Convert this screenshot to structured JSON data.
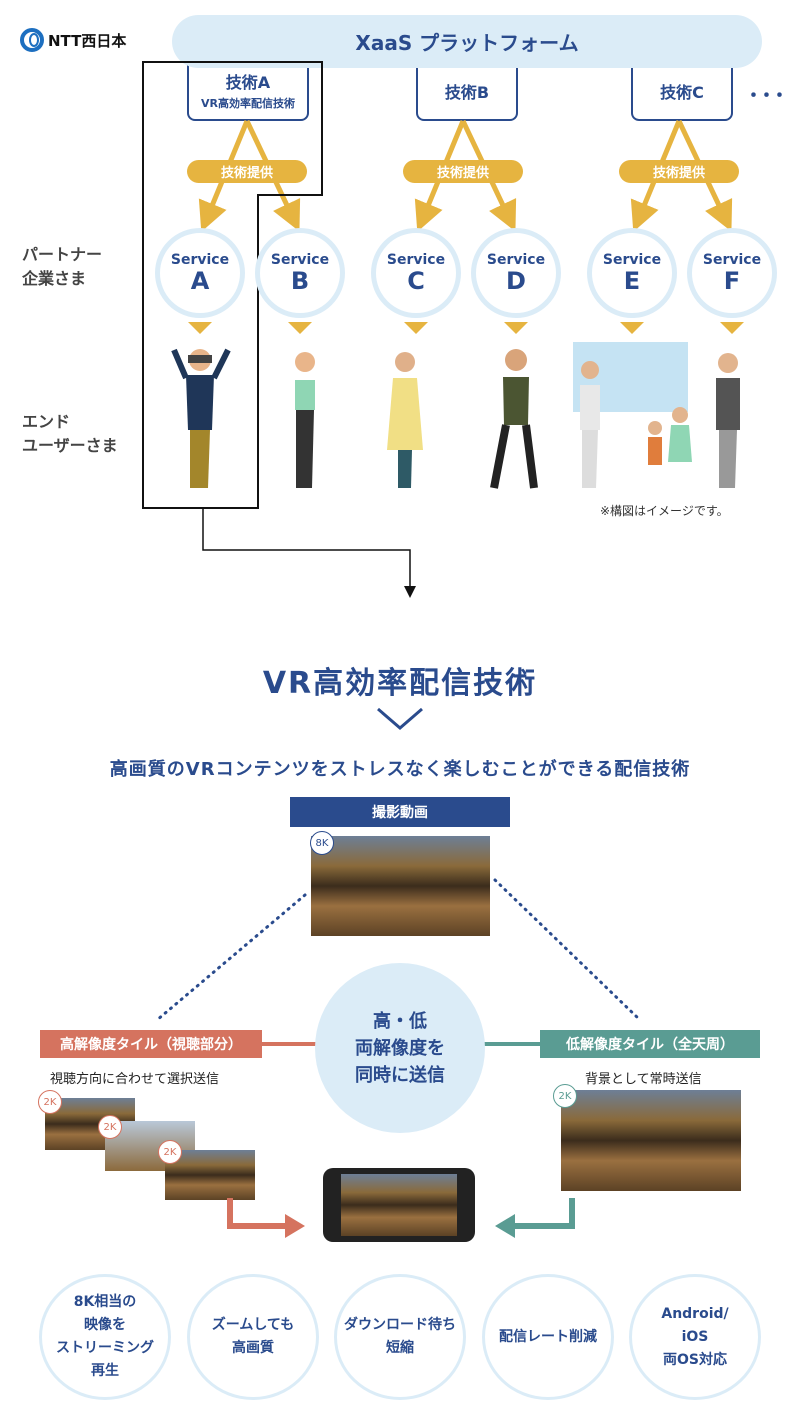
{
  "logo": {
    "text": "NTT西日本"
  },
  "platform": {
    "label": "XaaS プラットフォーム"
  },
  "techs": [
    {
      "label": "技術A",
      "sub": "VR高効率配信技術"
    },
    {
      "label": "技術B"
    },
    {
      "label": "技術C"
    }
  ],
  "more": "･･･",
  "provide_label": "技術提供",
  "services": [
    {
      "word": "Service",
      "letter": "A"
    },
    {
      "word": "Service",
      "letter": "B"
    },
    {
      "word": "Service",
      "letter": "C"
    },
    {
      "word": "Service",
      "letter": "D"
    },
    {
      "word": "Service",
      "letter": "E"
    },
    {
      "word": "Service",
      "letter": "F"
    }
  ],
  "side": {
    "partner": [
      "パートナー",
      "企業さま"
    ],
    "end": [
      "エンド",
      "ユーザーさま"
    ]
  },
  "note": "※構図はイメージです。",
  "detail": {
    "title": "VR高効率配信技術",
    "subtitle": "高画質のVRコンテンツをストレスなく楽しむことができる配信技術",
    "source": "撮影動画",
    "badge_8k": "8K",
    "badge_2k": "2K",
    "center": [
      "高・低",
      "両解像度を",
      "同時に送信"
    ],
    "high": {
      "label": "高解像度タイル（視聴部分）",
      "caption": "視聴方向に合わせて選択送信",
      "color": "#d5735f"
    },
    "low": {
      "label": "低解像度タイル（全天周）",
      "caption": "背景として常時送信",
      "color": "#5a9c93"
    }
  },
  "features": [
    [
      "8K相当の",
      "映像を",
      "ストリーミング",
      "再生"
    ],
    [
      "ズームしても",
      "高画質"
    ],
    [
      "ダウンロード待ち",
      "短縮"
    ],
    [
      "配信レート削減"
    ],
    [
      "Android/",
      "iOS",
      "両OS対応"
    ]
  ]
}
